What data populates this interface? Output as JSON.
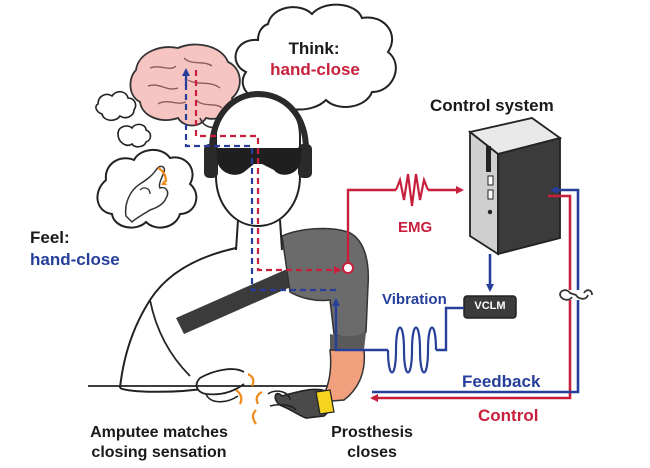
{
  "colors": {
    "control_red": "#c8203c",
    "feedback_blue": "#263f9a",
    "skin": "#f1a07e",
    "brain": "#f6c5c1",
    "sleeve": "#6b6b6b",
    "device": "#3b3b3b",
    "glove_cuff": "#f5d31f",
    "text_dark": "#1a1a1a"
  },
  "think_bubble": {
    "heading": "Think:",
    "detail": "hand-close"
  },
  "feel_label": {
    "heading": "Feel:",
    "detail": "hand-close"
  },
  "control_system": {
    "title": "Control system"
  },
  "signals": {
    "emg": "EMG",
    "vibration": "Vibration",
    "vclm": "VCLM",
    "feedback": "Feedback",
    "control": "Control"
  },
  "captions": {
    "amputee": [
      "Amputee matches",
      "closing sensation"
    ],
    "prosthesis": [
      "Prosthesis",
      "closes"
    ]
  },
  "icons": [
    "brain-icon",
    "pinch-hand-icon",
    "headphones-icon",
    "glasses-icon",
    "computer-tower-icon",
    "emg-wave-icon",
    "vibration-coil-icon",
    "chain-link-icon",
    "prosthetic-hand-icon",
    "natural-hand-icon"
  ]
}
